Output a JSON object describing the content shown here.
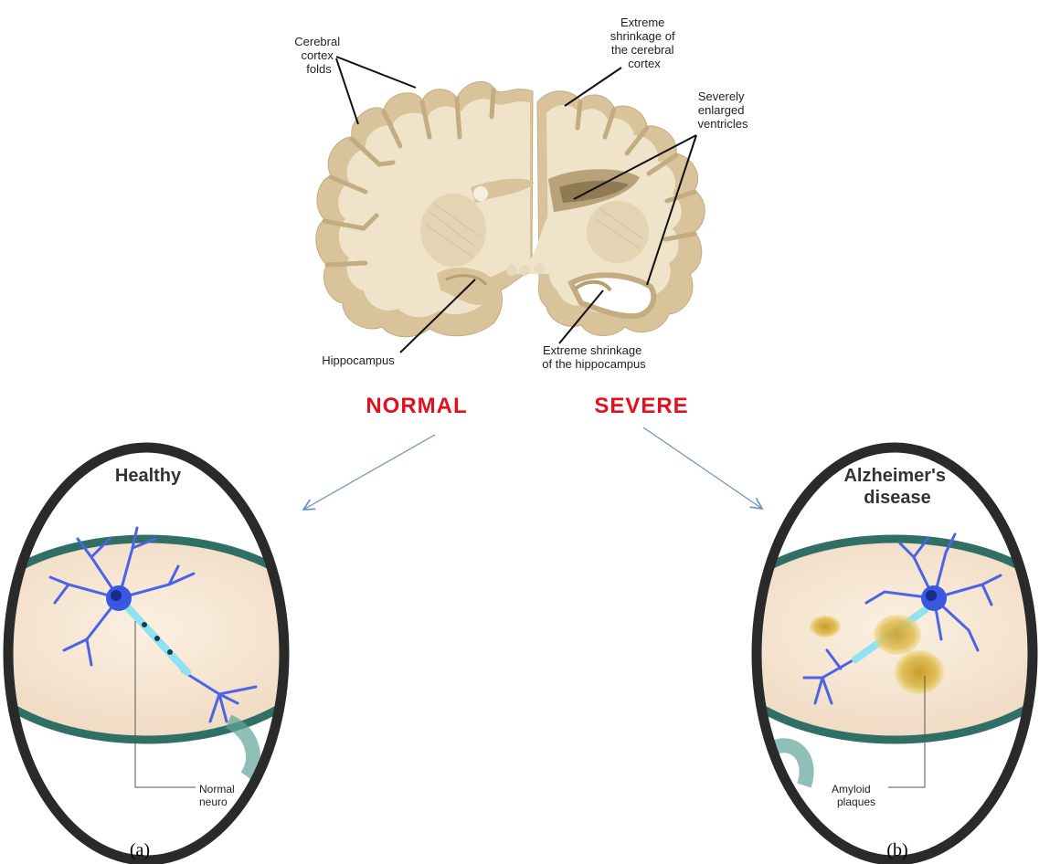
{
  "brain": {
    "cortex_folds_label": [
      "Cerebral",
      "cortex",
      "folds"
    ],
    "cortex_shrinkage_label": [
      "Extreme",
      "shrinkage of",
      "the cerebral",
      "cortex"
    ],
    "ventricles_label": [
      "Severely",
      "enlarged",
      "ventricles"
    ],
    "hippocampus_label": "Hippocampus",
    "hippocampus_shrinkage_label": [
      "Extreme shrinkage",
      "of the hippocampus"
    ],
    "normal_label": "NORMAL",
    "severe_label": "SEVERE"
  },
  "panel_a": {
    "title": "Healthy",
    "neuron_label": [
      "Normal",
      "neuro"
    ],
    "caption": "(a)"
  },
  "panel_b": {
    "title": [
      "Alzheimer's",
      "disease"
    ],
    "plaque_label": [
      "Amyloid",
      "plaques"
    ],
    "caption": "(b)"
  },
  "colors": {
    "brain_fill": "#efe3c9",
    "cortex_band": "#d8c39b",
    "ventricle": "#b9a27a",
    "accent_red": "#e3101e",
    "arrow": "#6b8fbf",
    "oval_outline": "#2a2a2a",
    "teal_ring": "#2f6f66",
    "cell_bg": "#f8e8d6",
    "neuron": "#4b63e6",
    "plaque": "#d7b544"
  }
}
